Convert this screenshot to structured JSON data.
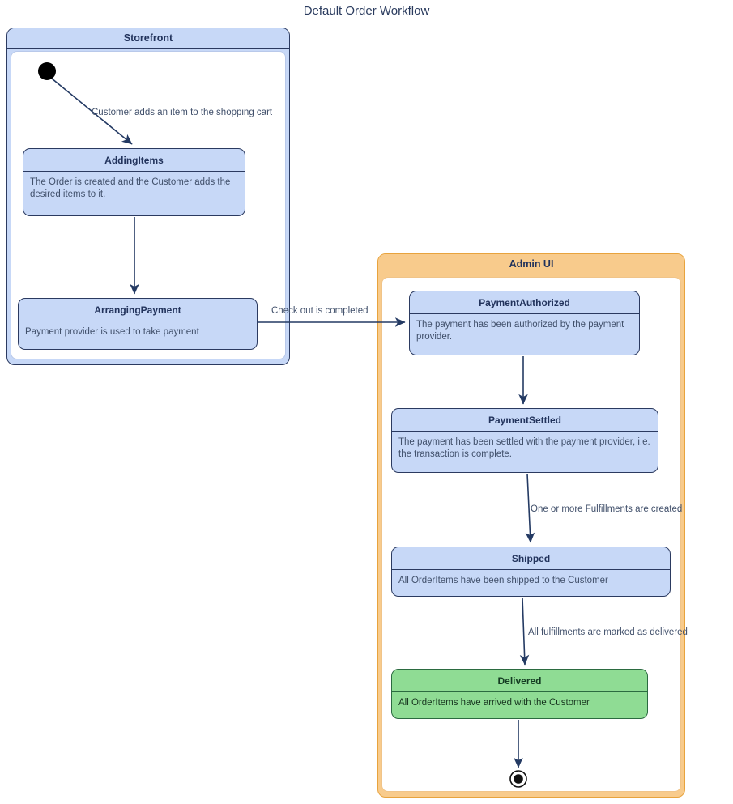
{
  "diagram": {
    "title": "Default Order Workflow",
    "type": "uml-state-machine",
    "colors": {
      "state_fill": "#c7d8f7",
      "state_border": "#2b3a60",
      "final_state_fill": "#8fdc94",
      "final_state_border": "#2b6b40",
      "admin_container_fill": "#f8cb8c",
      "admin_container_border": "#e8a33d",
      "storefront_container_fill": "#c7d8f7",
      "text": "#41506b",
      "title_text": "#2a3b5e"
    }
  },
  "containers": [
    {
      "id": "storefront",
      "label": "Storefront"
    },
    {
      "id": "adminui",
      "label": "Admin UI"
    }
  ],
  "states": [
    {
      "id": "addingitems",
      "name": "AddingItems",
      "description": "The Order is created and the Customer adds the desired items to it.",
      "container": "storefront"
    },
    {
      "id": "arrangingpayment",
      "name": "ArrangingPayment",
      "description": "Payment provider is used to take payment",
      "container": "storefront"
    },
    {
      "id": "paymentauthorized",
      "name": "PaymentAuthorized",
      "description": "The payment has been authorized by the payment provider.",
      "container": "adminui"
    },
    {
      "id": "paymentsettled",
      "name": "PaymentSettled",
      "description": "The payment has been settled with the payment provider, i.e. the transaction is complete.",
      "container": "adminui"
    },
    {
      "id": "shipped",
      "name": "Shipped",
      "description": "All OrderItems have been shipped to the Customer",
      "container": "adminui"
    },
    {
      "id": "delivered",
      "name": "Delivered",
      "description": "All OrderItems have arrived with the Customer",
      "container": "adminui"
    }
  ],
  "transitions": [
    {
      "id": "t-start-addingitems",
      "from": "initial",
      "to": "addingitems",
      "label": "Customer adds an item to the shopping cart"
    },
    {
      "id": "t-addingitems-arrangingpayment",
      "from": "addingitems",
      "to": "arrangingpayment",
      "label": ""
    },
    {
      "id": "t-arrangingpayment-paymentauthorized",
      "from": "arrangingpayment",
      "to": "paymentauthorized",
      "label": "Check out is completed"
    },
    {
      "id": "t-paymentauthorized-paymentsettled",
      "from": "paymentauthorized",
      "to": "paymentsettled",
      "label": ""
    },
    {
      "id": "t-paymentsettled-shipped",
      "from": "paymentsettled",
      "to": "shipped",
      "label": "One or more Fulfillments are created"
    },
    {
      "id": "t-shipped-delivered",
      "from": "shipped",
      "to": "delivered",
      "label": "All fulfillments are marked as delivered"
    },
    {
      "id": "t-delivered-final",
      "from": "delivered",
      "to": "final",
      "label": ""
    }
  ],
  "pseudostates": [
    {
      "id": "initial",
      "kind": "initial-state",
      "container": "storefront"
    },
    {
      "id": "final",
      "kind": "final-state",
      "container": "adminui"
    }
  ]
}
